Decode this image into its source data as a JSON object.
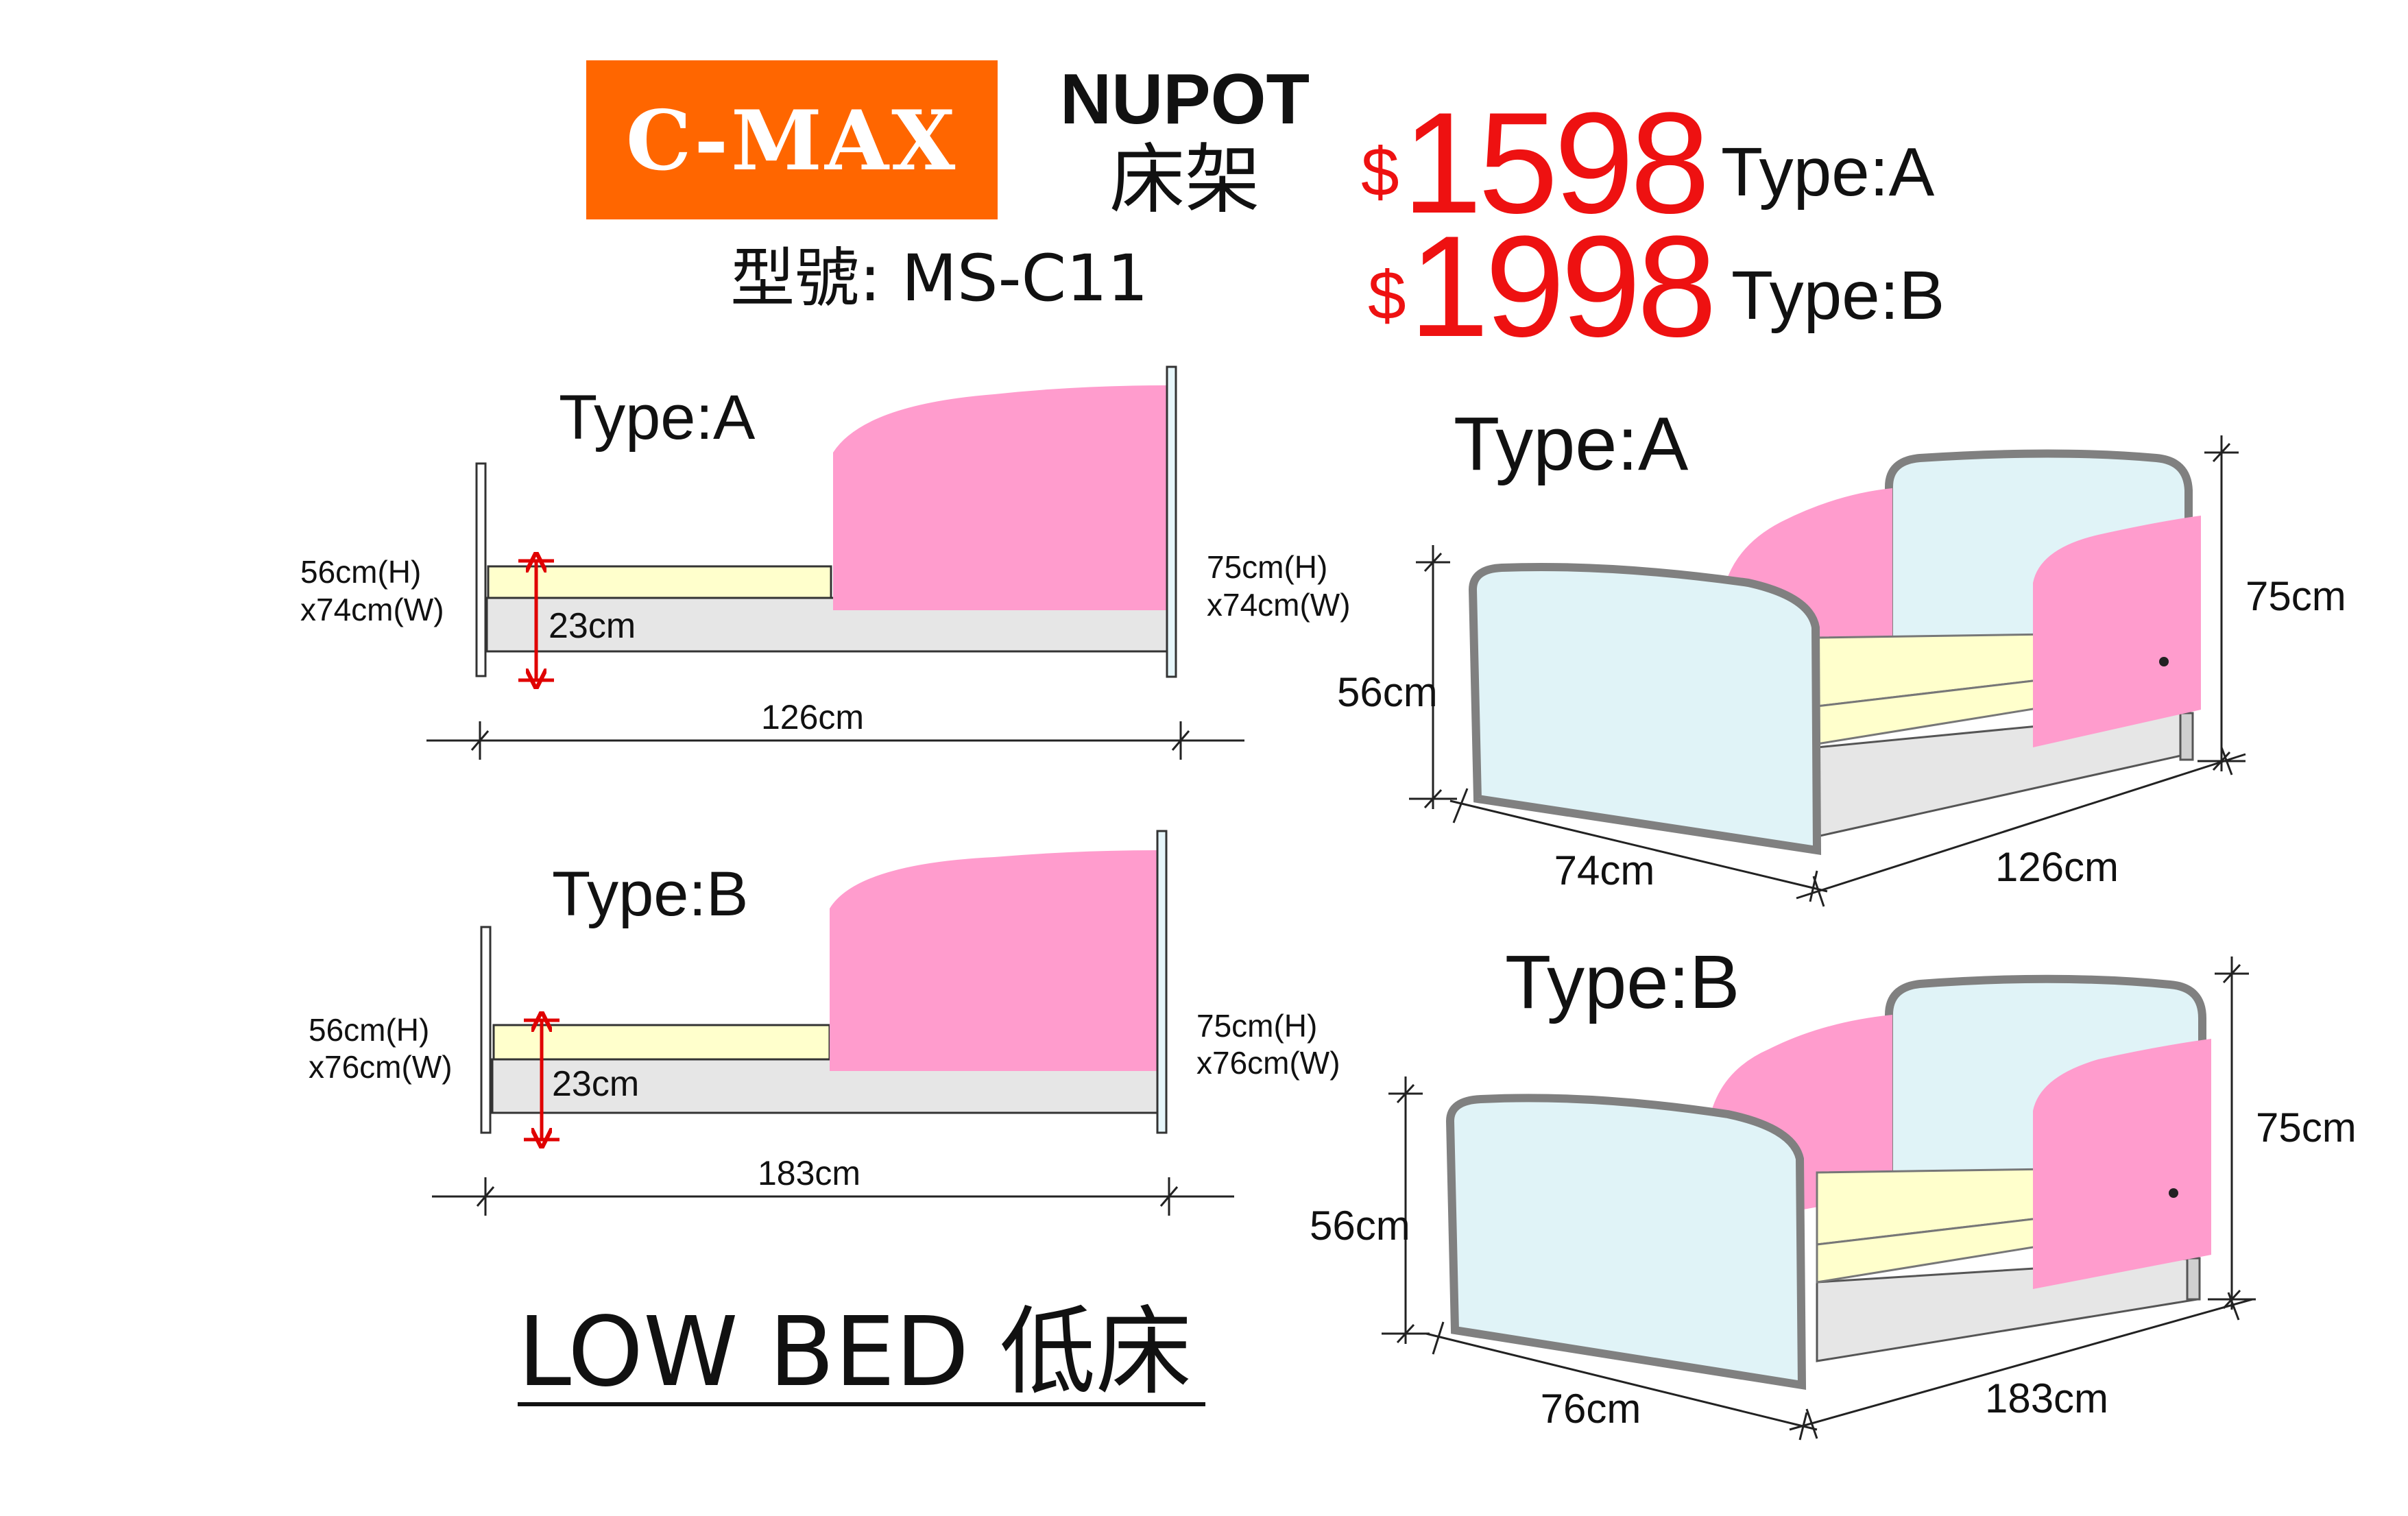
{
  "colors": {
    "logo_bg": "#ff6600",
    "price_red": "#ee1111",
    "pink": "#ff9ccd",
    "light_blue": "#e0f3f7",
    "cream": "#ffffcc",
    "frame_gray": "#808080",
    "base_gray": "#e6e6e6",
    "arrow_red": "#e00000"
  },
  "header": {
    "brand": "C-MAX",
    "product_name": "NUPOT",
    "product_name_cn": "床架",
    "model_label": "型號: MS-C11"
  },
  "prices": [
    {
      "currency": "$",
      "amount": "1598",
      "type": "Type:A"
    },
    {
      "currency": "$",
      "amount": "1998",
      "type": "Type:B"
    }
  ],
  "side_views": [
    {
      "title": "Type:A",
      "left_board": [
        "56cm(H)",
        "x74cm(W)"
      ],
      "right_board": [
        "75cm(H)",
        "x74cm(W)"
      ],
      "clearance": "23cm",
      "length": "126cm"
    },
    {
      "title": "Type:B",
      "left_board": [
        "56cm(H)",
        "x76cm(W)"
      ],
      "right_board": [
        "75cm(H)",
        "x76cm(W)"
      ],
      "clearance": "23cm",
      "length": "183cm"
    }
  ],
  "perspective_views": [
    {
      "title": "Type:A",
      "front_height": "56cm",
      "back_height": "75cm",
      "width": "74cm",
      "length": "126cm"
    },
    {
      "title": "Type:B",
      "front_height": "56cm",
      "back_height": "75cm",
      "width": "76cm",
      "length": "183cm"
    }
  ],
  "footer": {
    "label": "LOW BED 低床"
  }
}
